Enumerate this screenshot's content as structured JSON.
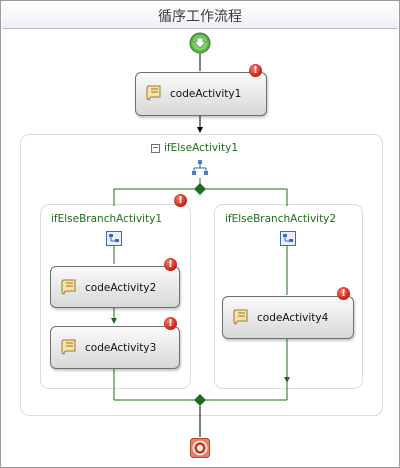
{
  "window": {
    "title": "循序工作流程"
  },
  "ifelse": {
    "label": "ifElseActivity1",
    "collapse_symbol": "−",
    "branches": [
      {
        "label": "ifElseBranchActivity1"
      },
      {
        "label": "ifElseBranchActivity2"
      }
    ]
  },
  "activities": {
    "code1": {
      "label": "codeActivity1",
      "error": "!"
    },
    "code2": {
      "label": "codeActivity2",
      "error": "!"
    },
    "code3": {
      "label": "codeActivity3",
      "error": "!"
    },
    "code4": {
      "label": "codeActivity4",
      "error": "!"
    }
  },
  "branch_errors": {
    "branch1": "!"
  },
  "icons": {
    "start": "start-arrow-icon",
    "end": "stop-icon",
    "activity": "code-scroll-icon",
    "branch": "branch-condition-icon",
    "error": "error-icon"
  },
  "colors": {
    "connector_green": "#1f6e1f",
    "error_red": "#c41e10",
    "label_green": "#1f6e1f"
  }
}
